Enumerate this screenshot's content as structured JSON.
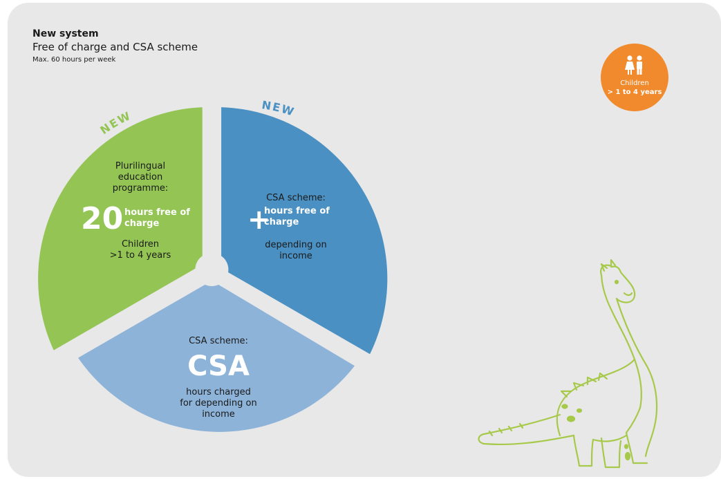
{
  "header": {
    "title": "New system",
    "subtitle": "Free of charge and CSA scheme",
    "note": "Max. 60 hours per week"
  },
  "badge": {
    "line1": "Children",
    "line2": "> 1 to 4 years",
    "color": "#f08a2c",
    "icon": "children-icon"
  },
  "chart_data": {
    "type": "pie",
    "center_hole": true,
    "slices": [
      {
        "key": "free",
        "color": "#93c454",
        "tag": "NEW",
        "lines_top": [
          "Plurilingual",
          "education",
          "programme:"
        ],
        "big": "20",
        "emph": [
          "hours free of",
          "charge"
        ],
        "lines_bottom": [
          "Children",
          ">1 to 4 years"
        ]
      },
      {
        "key": "csa_free",
        "color": "#4a90c2",
        "tag": "NEW",
        "lines_top": [
          "CSA scheme:"
        ],
        "big": "+",
        "emph": [
          "hours free of",
          "charge"
        ],
        "lines_bottom": [
          "depending on",
          "income"
        ]
      },
      {
        "key": "csa",
        "color": "#8db3d9",
        "tag": "",
        "lines_top": [
          "CSA scheme:"
        ],
        "big": "CSA",
        "emph": [],
        "lines_bottom": [
          "hours charged",
          "for depending on",
          "income"
        ]
      }
    ]
  },
  "illustration": {
    "icon": "dinosaur-illustration",
    "color": "#a7c94a"
  }
}
